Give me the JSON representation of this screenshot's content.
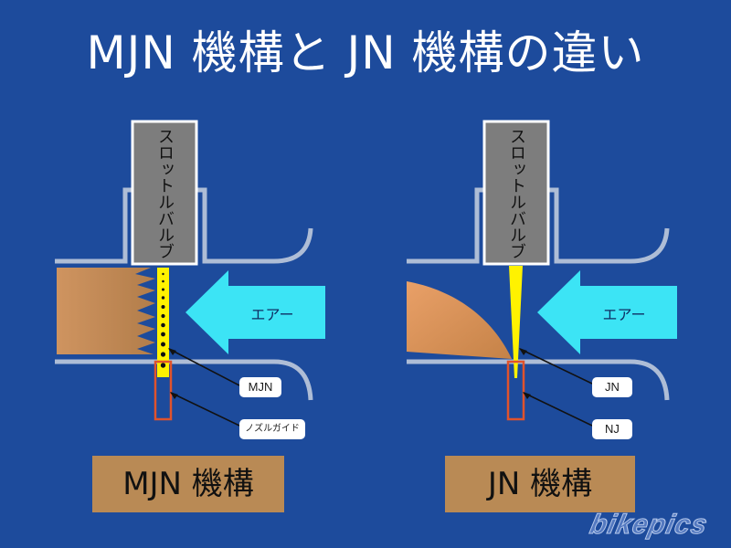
{
  "title": "MJN 機構と JN 機構の違い",
  "left": {
    "valve_label": "スロットルバルブ",
    "air_label": "エアー",
    "tag_mjn": "MJN",
    "tag_guide": "ノズルガイド",
    "mechanism_label": "MJN 機構"
  },
  "right": {
    "valve_label": "スロットルバルブ",
    "air_label": "エアー",
    "tag_jn": "JN",
    "tag_nj": "NJ",
    "mechanism_label": "JN 機構"
  },
  "watermark": "bikepics",
  "colors": {
    "background": "#1d4b9c",
    "pipe": "#aebdd6",
    "valve": "#7d7d7d",
    "air_arrow": "#3ce4f5",
    "needle": "#fff200",
    "fuel": "#c9905a",
    "nozzle_box": "#e0532c",
    "mechanism_box": "#b98a55"
  }
}
